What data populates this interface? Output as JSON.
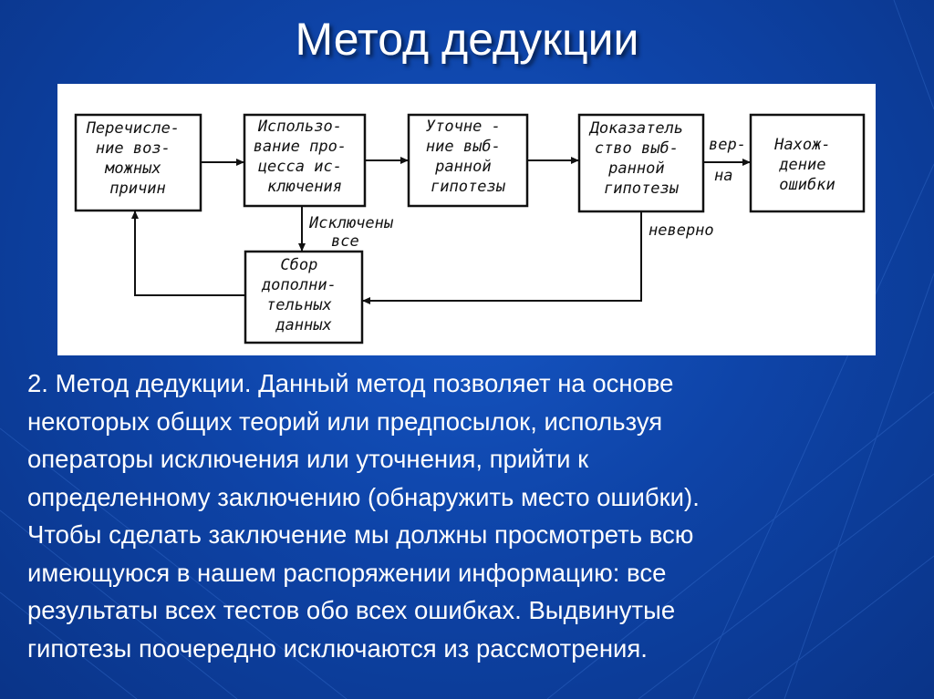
{
  "slide": {
    "title": "Метод дедукции",
    "paragraph_lines": [
      "2. Метод дедукции. Данный метод позволяет на основе",
      "некоторых общих теорий или предпосылок, используя",
      "операторы исключения или уточнения, прийти к",
      "определенному заключению (обнаружить место ошибки).",
      "Чтобы сделать заключение мы должны просмотреть всю",
      "имеющуюся в нашем распоряжении информацию: все",
      "результаты всех тестов обо всех ошибках. Выдвинутые",
      "гипотезы поочередно исключаются из рассмотрения."
    ]
  },
  "diagram": {
    "boxes": [
      {
        "id": "enumerate",
        "lines": [
          "Перечисле-",
          "ние воз-",
          "можных",
          "причин"
        ]
      },
      {
        "id": "exclusion",
        "lines": [
          "Использо-",
          "вание про-",
          "цесса ис-",
          "ключения"
        ]
      },
      {
        "id": "refine",
        "lines": [
          "Уточне -",
          "ние выб-",
          "ранной",
          "гипотезы"
        ]
      },
      {
        "id": "prove",
        "lines": [
          "Доказатель",
          "ство выб-",
          "ранной",
          "гипотезы"
        ]
      },
      {
        "id": "find",
        "lines": [
          "Нахож-",
          "дение",
          "ошибки"
        ]
      },
      {
        "id": "collect",
        "lines": [
          "Сбор",
          "дополни-",
          "тельных",
          "данных"
        ]
      }
    ],
    "edge_labels": {
      "all_excluded": [
        "Исключены",
        "все"
      ],
      "true": [
        "вер-",
        "на"
      ],
      "false": "неверно"
    }
  }
}
